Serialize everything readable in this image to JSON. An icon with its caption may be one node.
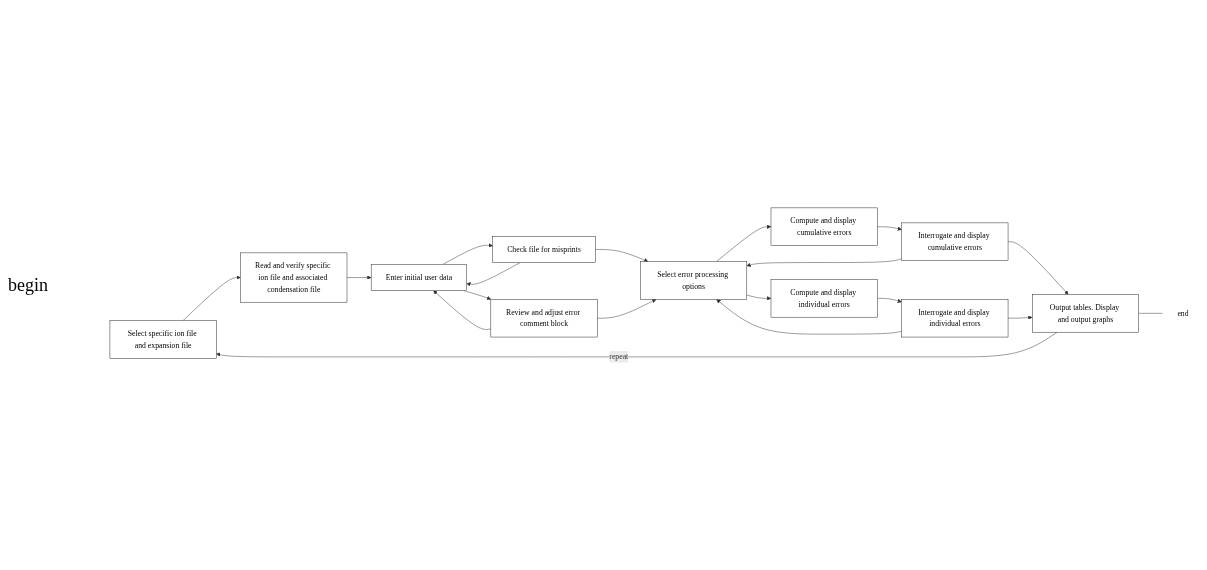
{
  "diagram": {
    "nodes": [
      {
        "text": [
          "Select specific ion file and expansion file"
        ]
      },
      {
        "text": [
          "Read and verify specific ion file and associated condensation file"
        ]
      },
      {
        "text": [
          "Enter initial user data"
        ]
      },
      {
        "text": [
          "Check file for misprints"
        ]
      },
      {
        "text": [
          "Review and adjust error comment block"
        ]
      },
      {
        "text": [
          "Select error processing options"
        ]
      },
      {
        "text": [
          "Compute and display cumulative errors"
        ]
      },
      {
        "text": [
          "Interrogate and display cumulative errors"
        ]
      },
      {
        "text": [
          "Compute and display individual errors"
        ]
      },
      {
        "text": [
          "Interrogate and display individual errors"
        ]
      },
      {
        "text": [
          "Output tables. Display and output graphs"
        ]
      },
      {
        "text": [
          "end"
        ]
      }
    ],
    "edges": [
      {
        "from": 0,
        "to": 1,
        "arrow": "to"
      },
      {
        "from": 1,
        "to": 2,
        "arrow": "to"
      },
      {
        "from": 2,
        "to": 3,
        "arrow": "to"
      },
      {
        "from": 2,
        "to": 4,
        "arrow": "to"
      },
      {
        "from": 3,
        "to": 5,
        "arrow": "to"
      },
      {
        "from": 4,
        "to": 5,
        "arrow": "to"
      },
      {
        "from": 3,
        "to": 2,
        "arrow": "to"
      },
      {
        "from": 4,
        "to": 2,
        "arrow": "to"
      },
      {
        "from": 5,
        "to": 6,
        "arrow": "to"
      },
      {
        "from": 5,
        "to": 8,
        "arrow": "to"
      },
      {
        "from": 6,
        "to": 7,
        "arrow": "to"
      },
      {
        "from": 8,
        "to": 9,
        "arrow": "to"
      },
      {
        "from": 7,
        "to": 10,
        "arrow": "to"
      },
      {
        "from": 9,
        "to": 10,
        "arrow": "to"
      },
      {
        "from": 7,
        "to": 5,
        "arrow": "to"
      },
      {
        "from": 9,
        "to": 5,
        "arrow": "to"
      },
      {
        "from": 10,
        "to": 0,
        "arrow": "to",
        "label": "repeat"
      },
      {
        "from": 10,
        "to": 11,
        "arrow": "none"
      }
    ],
    "labels": [
      "begin"
    ]
  }
}
